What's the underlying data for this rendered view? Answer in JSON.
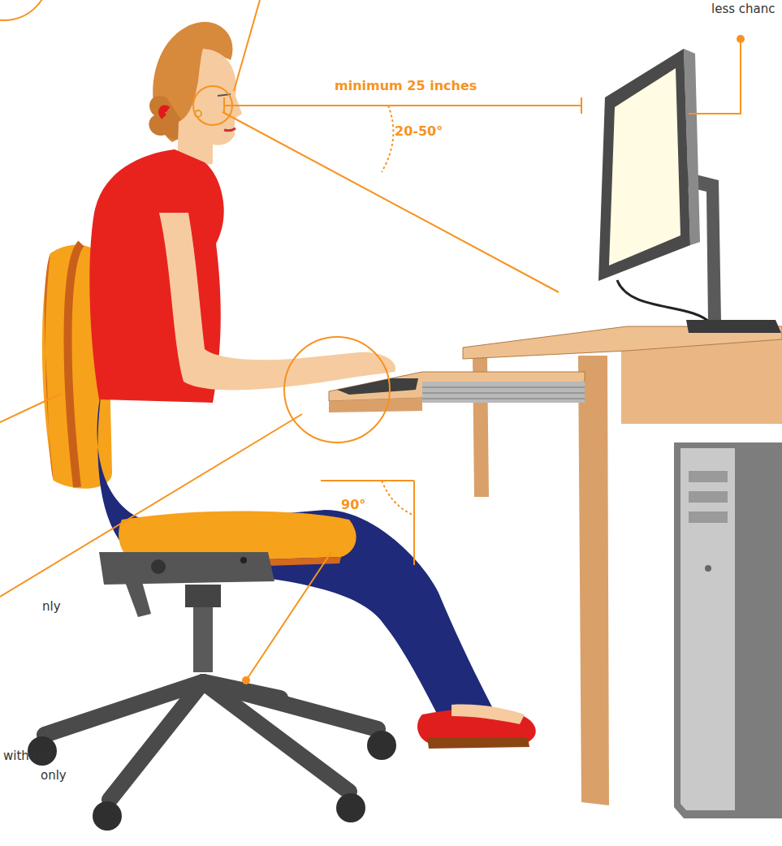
{
  "diagram": {
    "labels": [
      "less chanc",
      "minimum 25 inches",
      "20-50°",
      "90°",
      "nly",
      "with the",
      "only"
    ]
  }
}
